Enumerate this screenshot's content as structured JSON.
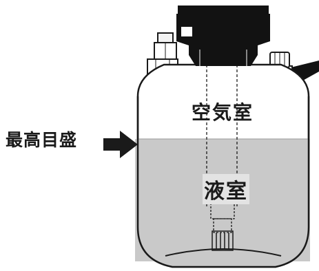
{
  "labels": {
    "max_level": "最高目盛",
    "air_chamber": "空気室",
    "liquid_chamber": "液室"
  },
  "colors": {
    "outline": "#1a1a1a",
    "liquid": "#c9c9c9",
    "cap": "#121212",
    "arrow": "#1a1a1a",
    "background": "#ffffff"
  }
}
